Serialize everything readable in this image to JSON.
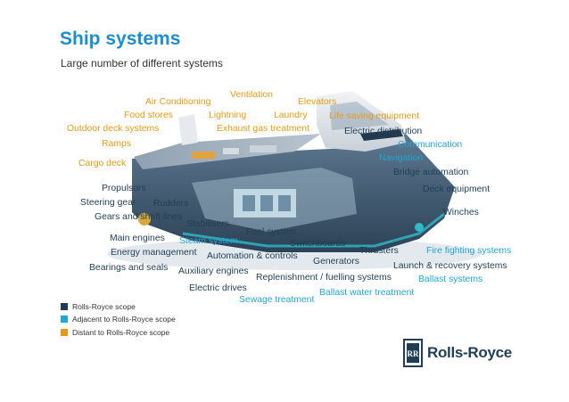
{
  "header": {
    "title": "Ship systems",
    "subtitle": "Large number of different systems"
  },
  "colors": {
    "rolls_royce_scope": "#1f3e56",
    "adjacent_scope": "#20a7d3",
    "distant_scope": "#e59a17",
    "title": "#1a8fcc"
  },
  "labels": {
    "ventilation": "Ventilation",
    "air_conditioning": "Air Conditioning",
    "elevators": "Elevators",
    "food_stores": "Food stores",
    "lightning": "Lightning",
    "laundry": "Laundry",
    "life_saving_equipment": "Life saving equipment",
    "outdoor_deck_systems": "Outdoor deck systems",
    "exhaust_gas_treatment": "Exhaust gas treatment",
    "electric_distribution": "Electric distribution",
    "ramps": "Ramps",
    "communication": "Communication",
    "navigation": "Navigation",
    "cargo_deck": "Cargo deck",
    "bridge_automation": "Bridge automation",
    "propulsors": "Propulsors",
    "deck_equipment": "Deck equipment",
    "steering_gear": "Steering gear",
    "rudders": "Rudders",
    "winches": "Winches",
    "gears_and_shaft_lines": "Gears and shaft lines",
    "stabilisers": "Stabilisers",
    "fuel_system": "Fuel system",
    "main_engines": "Main engines",
    "steam_system": "Steam system",
    "switchboards": "Switchboards",
    "thrusters": "Thrusters",
    "fire_fighting_systems": "Fire fighting systems",
    "energy_management": "Energy management",
    "automation_controls": "Automation & controls",
    "generators": "Generators",
    "bearings_and_seals": "Bearings and seals",
    "auxiliary_engines": "Auxiliary engines",
    "launch_recovery_systems": "Launch & recovery systems",
    "replenishment_fuelling": "Replenishment / fuelling systems",
    "ballast_systems": "Ballast systems",
    "electric_drives": "Electric drives",
    "ballast_water_treatment": "Ballast water treatment",
    "sewage_treatment": "Sewage treatment"
  },
  "legend": {
    "rolls_royce": "Rolls-Royce scope",
    "adjacent": "Adjacent to Rolls-Royce scope",
    "distant": "Distant to Rolls-Royce scope"
  },
  "logo": {
    "wordmark": "Rolls-Royce",
    "monogram": "RR"
  }
}
